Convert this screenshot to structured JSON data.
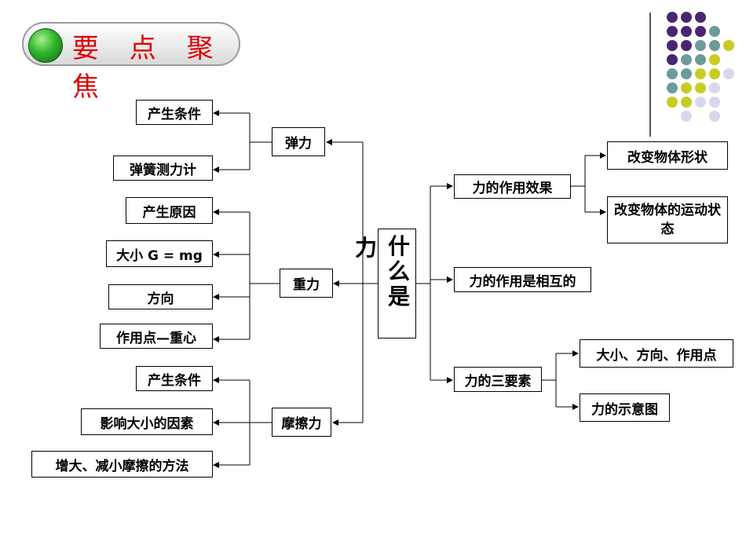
{
  "title": "要 点 聚 焦",
  "center": {
    "li": "力",
    "main": "什么是"
  },
  "left": {
    "elastic": {
      "label": "弹力",
      "children": [
        "产生条件",
        "弹簧测力计"
      ]
    },
    "gravity": {
      "label": "重力",
      "children": [
        "产生原因",
        "大小 G = mg",
        "方向",
        "作用点—重心"
      ]
    },
    "friction": {
      "label": "摩擦力",
      "children": [
        "产生条件",
        "影响大小的因素",
        "增大、减小摩擦的方法"
      ]
    }
  },
  "right": {
    "effect": {
      "label": "力的作用效果",
      "children": [
        "改变物体形状",
        "改变物体的运动状态"
      ]
    },
    "mutual": {
      "label": "力的作用是相互的"
    },
    "elements": {
      "label": "力的三要素",
      "children": [
        "大小、方向、作用点",
        "力的示意图"
      ]
    }
  },
  "colors": {
    "purple": "#4b2471",
    "teal": "#6e9a9a",
    "yellow": "#c8cc22",
    "lavender": "#d8d8ea",
    "title_red": "#e00000"
  }
}
